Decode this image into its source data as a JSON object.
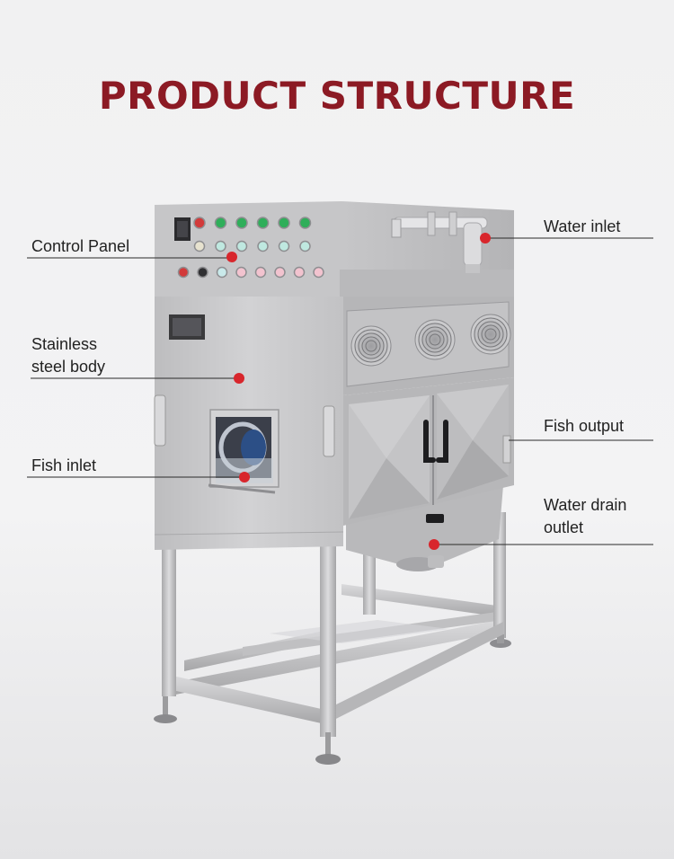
{
  "title": "PRODUCT STRUCTURE",
  "colors": {
    "title": "#8c1a24",
    "marker": "#d8262c",
    "steel": "#c9c9cb"
  },
  "labels": [
    {
      "id": "control-panel",
      "lines": [
        "Control Panel"
      ]
    },
    {
      "id": "stainless-steel-body",
      "lines": [
        "Stainless",
        "steel body"
      ]
    },
    {
      "id": "fish-inlet",
      "lines": [
        "Fish inlet"
      ]
    },
    {
      "id": "water-inlet",
      "lines": [
        "Water inlet"
      ]
    },
    {
      "id": "fish-output",
      "lines": [
        "Fish output"
      ]
    },
    {
      "id": "water-drain-outlet",
      "lines": [
        "Water drain",
        "outlet"
      ]
    }
  ]
}
